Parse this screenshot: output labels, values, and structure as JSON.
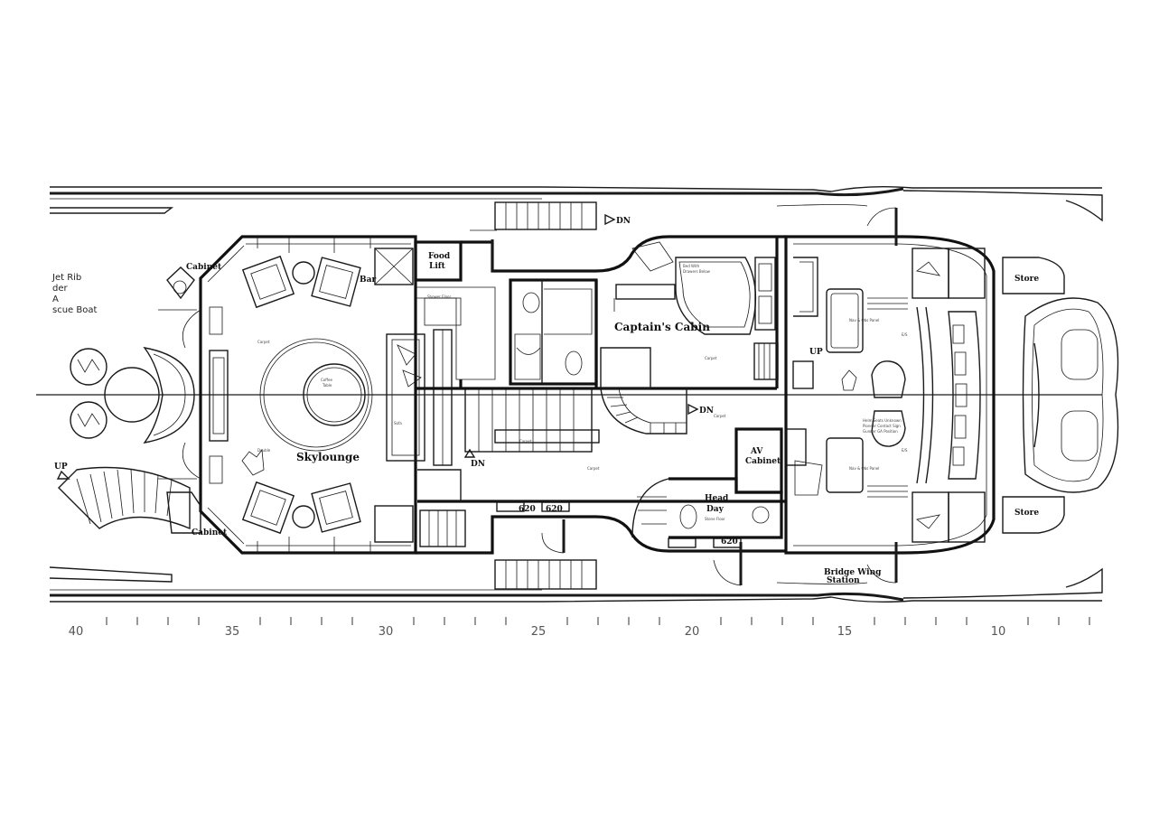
{
  "rooms": {
    "skylounge": "Skylounge",
    "captains_cabin": "Captain's Cabin",
    "food_lift_1": "Food",
    "food_lift_2": "Lift",
    "cabinet_top": "Cabinet",
    "cabinet_bottom": "Cabinet",
    "bar": "Bar",
    "av_cabinet_1": "AV",
    "av_cabinet_2": "Cabinet",
    "head_day_1": "Head",
    "head_day_2": "Day",
    "store_top": "Store",
    "store_bottom": "Store",
    "bridge_wing_1": "Bridge Wing",
    "bridge_wing_2": "Station"
  },
  "side_notes": {
    "line1": "Jet Rib",
    "line2": "der",
    "line3": "A",
    "line4": "scue Boat"
  },
  "markers": {
    "dn_top": "DN",
    "dn_mid": "DN",
    "dn_right": "DN",
    "up_left": "UP",
    "up_captain": "UP"
  },
  "dims": {
    "d620_a": "620",
    "d620_b": "620",
    "d620_c": "620"
  },
  "scale": {
    "labels": [
      "40",
      "35",
      "30",
      "25",
      "20",
      "15",
      "10"
    ]
  },
  "colors": {
    "line": "#1a1a1a",
    "background": "#ffffff",
    "scale_text": "#555555"
  }
}
